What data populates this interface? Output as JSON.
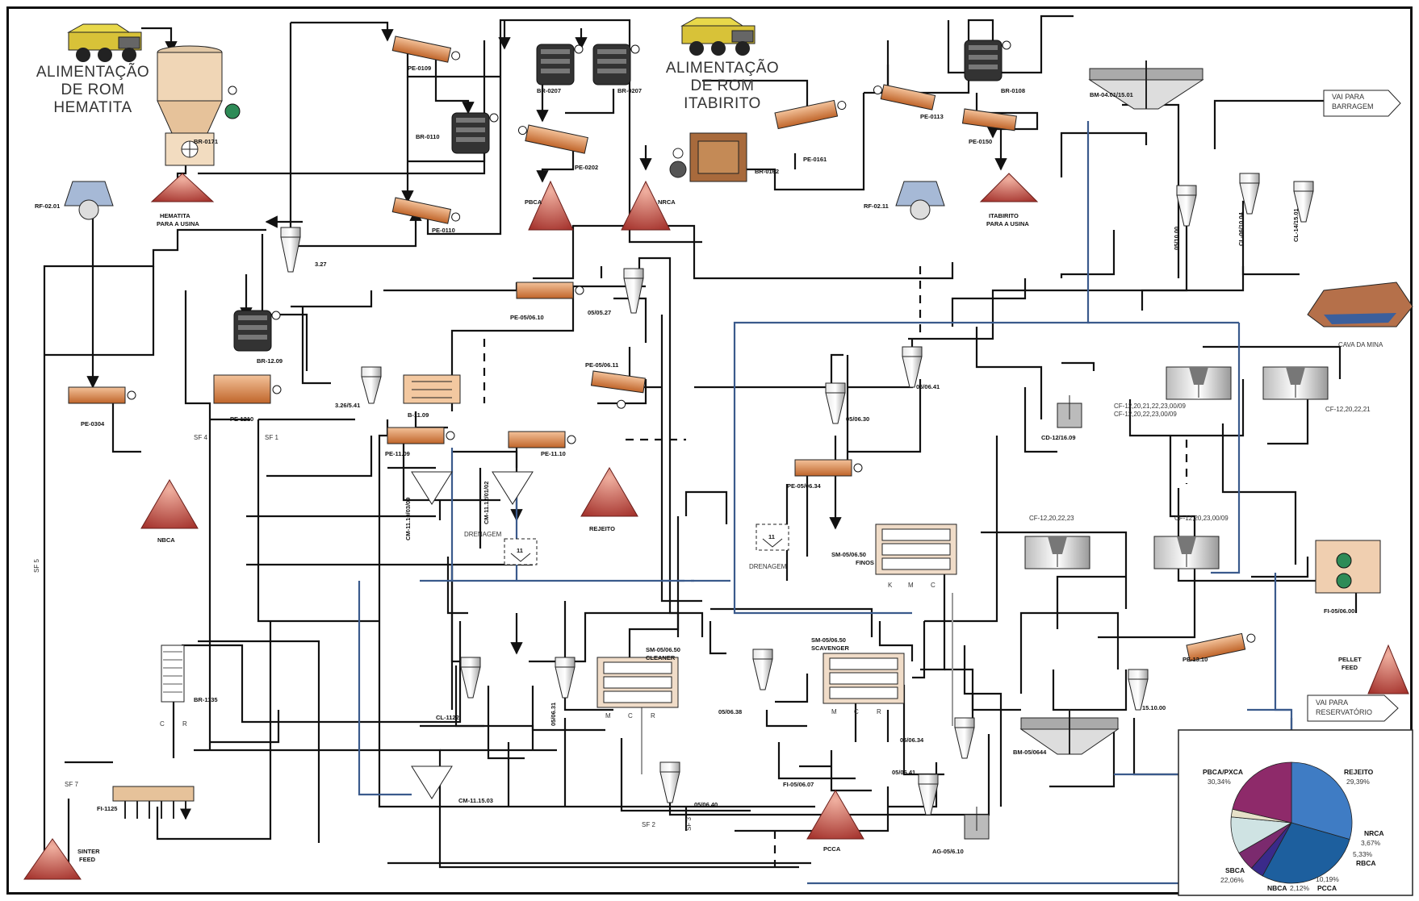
{
  "titles": {
    "rom_hematita": [
      "ALIMENTAÇÃO",
      "DE ROM",
      "HEMATITA"
    ],
    "rom_itabirito": [
      "ALIMENTAÇÃO",
      "DE ROM",
      "ITABIRITO"
    ]
  },
  "equipment": {
    "br0171": "BR-0171",
    "pe0109": "PE-0109",
    "pe0110": "PE-0110",
    "br0110": "BR-0110",
    "br0207a": "BR-0207",
    "br0207b": "BR-0207",
    "pe0202": "PE-0202",
    "pe0161": "PE-0161",
    "br0162": "BR-0162",
    "pe0113": "PE-0113",
    "br0108": "BR-0108",
    "pe0150": "PE-0150",
    "rf0201": "RF-02.01",
    "rf0211": "RF-02.11",
    "hematita_usina": [
      "HEMATITA",
      "PARA A USINA"
    ],
    "itabirito_usina": [
      "ITABIRITO",
      "PARA A USINA"
    ],
    "pe0304": "PE-0304",
    "pe1210": "PE-1210",
    "br1209": "BR-12.09",
    "c327": "3.27",
    "pe0509": "PE-05/06.10",
    "ci0527": "05/05.27",
    "pe0511": "PE-05/06.11",
    "c326": "3.26/5.41",
    "pe1109": "PE-11.09",
    "pe1110": "PE-11.10",
    "br1109": "B-11.09",
    "cm1110": "CM-11.10/03/09",
    "cm1112": "CM-11.12/01/02",
    "ci0530": "05/06.30",
    "ci0541": "05/06.41",
    "pe0534": "PE-05/06.34",
    "cd1218": "CD-12/16.09",
    "cf_top1": [
      "CF-12,20,21,22,23,00/09",
      "CF-12,20,22,23,00/09"
    ],
    "cf_top2": "CF-12,20,22,21",
    "cf_mid1": "CF-12,20,22,23",
    "cf_mid2": "CF-12,20,23,00/09",
    "fi0500": "FI-05/06.00",
    "pe1310": "PE-13.10",
    "ci1510": "15.10.00",
    "ci0510": "05/10.00",
    "ci0516": "CL-06/10.04",
    "ci1401": "CL-14/15.01",
    "tk0401": "BM-04.01/15.01",
    "sm0550": [
      "SM-05/06.50",
      "FINOS"
    ],
    "sm0560": [
      "SM-05/06.50",
      "CLEANER"
    ],
    "sm0570": [
      "SM-05/06.50",
      "SCAVENGER"
    ],
    "cl1122": "CL-1122",
    "br1135": "BR-1135",
    "fi1125": "FI-1125",
    "cm1115": "CM-11.15.03",
    "ci0534": "05/06.34",
    "ci0531": "05/06.31",
    "ci0538": "05/06.38",
    "ci0540": "05/06.40",
    "fi0507": "FI-05/06.07",
    "ci0541b": "05/06.41",
    "bm0644": "BM-05/0644",
    "ag0610": "AG-05/6.10"
  },
  "products": {
    "nbca": "NBCA",
    "recaptado": "REJEITO",
    "ncca": "NRCA",
    "pbca": "PBCA",
    "sinter_feed": [
      "SINTER",
      "FEED"
    ],
    "pcca": "PCCA",
    "pellet_feed": [
      "PELLET",
      "FEED"
    ],
    "cava_mina": "CAVA DA MINA"
  },
  "misc": {
    "drenagem": "DRENAGEM",
    "drenagem_tag": "11",
    "vai_barragem": [
      "VAI PARA",
      "BARRAGEM"
    ],
    "vai_reservatorio": [
      "VAI PARA",
      "RESERVATÓRIO"
    ],
    "sf4": "SF 4",
    "sf1": "SF 1",
    "sf5": "SF 5",
    "sf7": "SF 7",
    "sf2": "SF 2",
    "sf3": "SF 3",
    "port_m": "M",
    "port_c": "C",
    "port_r": "R",
    "port_k": "K"
  },
  "pie_labels": {
    "pbca": [
      "PBCA/PXCA",
      "30,34%"
    ],
    "rejeito": [
      "REJEITO",
      "29,39%"
    ],
    "nrca": [
      "NRCA",
      "3,67%"
    ],
    "rbca": [
      "5,33%",
      "RBCA"
    ],
    "pcca": [
      "10,19%",
      "PCCA"
    ],
    "nbca": [
      "NBCA",
      "2,12%"
    ],
    "sbca": [
      "SBCA",
      "22,06%"
    ]
  },
  "chart_data": {
    "type": "pie",
    "title": "",
    "categories": [
      "PBCA/PXCA",
      "REJEITO",
      "NRCA",
      "RBCA",
      "PCCA",
      "NBCA",
      "SBCA"
    ],
    "values": [
      30.34,
      29.39,
      3.67,
      5.33,
      10.19,
      2.12,
      22.06
    ],
    "colors": [
      "#3f7cc4",
      "#1d5f9e",
      "#3a2a8a",
      "#7b2a6e",
      "#cfe3e3",
      "#e6e0c8",
      "#8e2a6a"
    ]
  }
}
